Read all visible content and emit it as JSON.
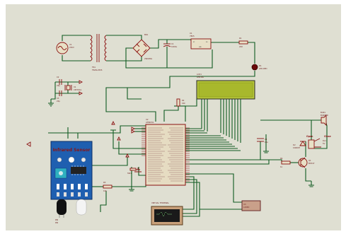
{
  "labels": {
    "source": "V1",
    "source_value": "230V",
    "transformer": "TR1",
    "transformer_type": "TRAN-2P2S",
    "bridge": "BR1",
    "bridge_type": "2W005G",
    "filter_cap": "C1",
    "filter_cap_value": "1000u",
    "regulator": "U1",
    "regulator_type": "7805",
    "resistor_top": "R1",
    "resistor_top_value": "220",
    "power_led": "D1",
    "power_led_type": "LED-RED",
    "cap2": "C2",
    "cap2_value": "22p",
    "crystal": "X1",
    "crystal_value": "CRYSTAL",
    "cap3": "C3",
    "cap3_value": "22p",
    "lcd": "LCD1",
    "lcd_type": "LM016L",
    "resistor_reset": "R2",
    "resistor_reset_value": "10k",
    "mcu": "U2",
    "mcu_type": "AT89C51",
    "ir_module_title": "Infrared Sensor",
    "ir_pir": "PIR",
    "ir_pir_value": "PIR",
    "resistor_ir": "R3",
    "resistor_ir_value": "10k",
    "pushbutton": "SW1",
    "buzzer": "BUZ1",
    "buzzer_type": "BUZZER",
    "relay": "RL1",
    "relay_type": "5V",
    "open_label": "Open",
    "close_label": "Close",
    "diode": "D2",
    "diode_type": "1N4007",
    "transistor": "Q1",
    "transistor_type": "BC547",
    "resistor_q": "R4",
    "resistor_q_value": "1k",
    "cap_relay": "C4",
    "cap_relay_value": "10u",
    "virtual_terminal": "VIRTUAL TERMINAL",
    "motor_driver": "U3",
    "motor_driver_type": "L293D"
  }
}
